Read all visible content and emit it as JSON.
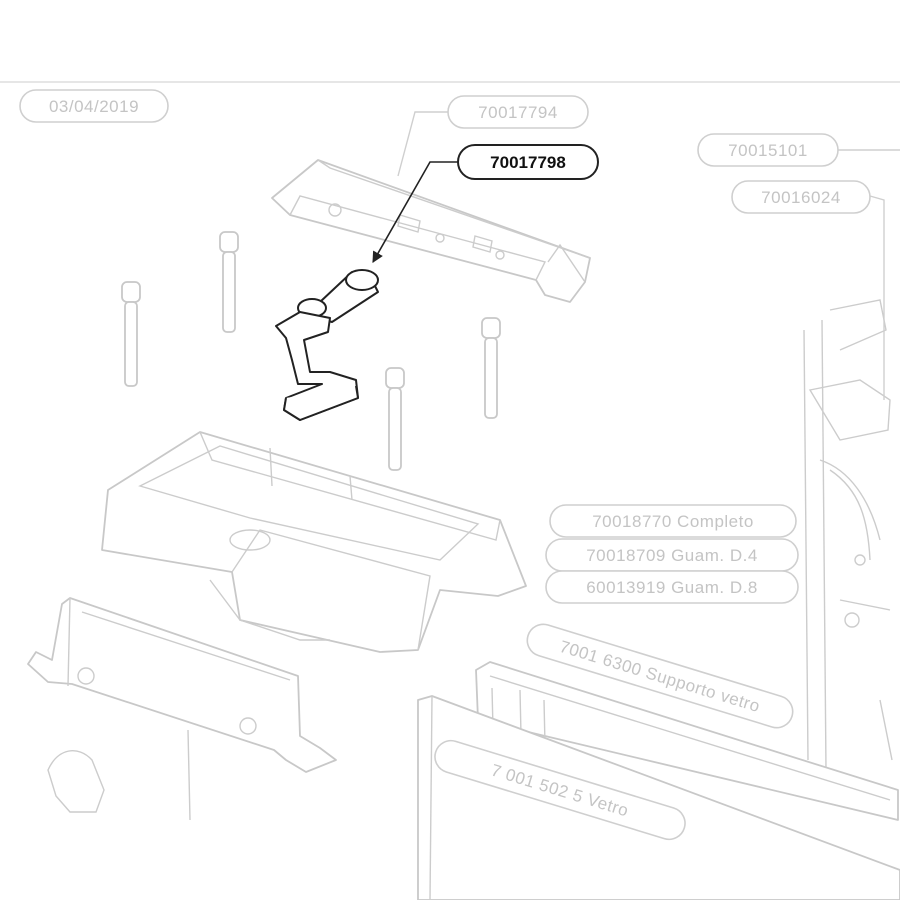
{
  "date_stamp": "03/04/2019",
  "selected_part": "70017798",
  "labels": {
    "top_bar": "70017794",
    "right_frame_a": "70015101",
    "right_frame_b": "70016024",
    "complete": "70018770 Completo",
    "gasket_d4": "70018709 Guam. D.4",
    "gasket_d8": "60013919 Guam. D.8",
    "glass_support": "7001 6300 Supporto vetro",
    "glass": "7 001 502 5 Vetro"
  },
  "colors": {
    "dim_line": "#c8c8c8",
    "dim_text": "#c4c4c4",
    "highlight": "#222222"
  }
}
